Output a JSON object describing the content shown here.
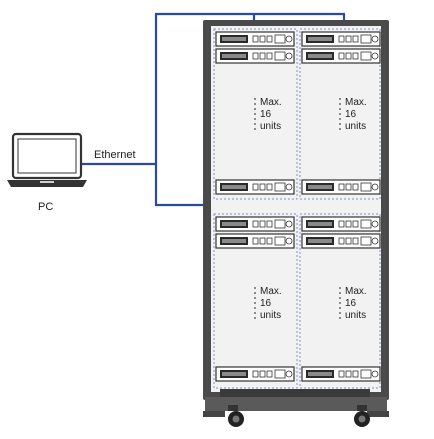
{
  "pc": {
    "label": "PC"
  },
  "connection": {
    "label": "Ethernet",
    "line_color": "#2a4aa0"
  },
  "rack": {
    "frame_color": "#4a4a4a",
    "panel_color": "#f2f2f2",
    "zone_border_color": "#7f93c9",
    "zones": [
      {
        "max": "Max.",
        "count": "16",
        "units": "units"
      },
      {
        "max": "Max.",
        "count": "16",
        "units": "units"
      },
      {
        "max": "Max.",
        "count": "16",
        "units": "units"
      },
      {
        "max": "Max.",
        "count": "16",
        "units": "units"
      }
    ]
  }
}
